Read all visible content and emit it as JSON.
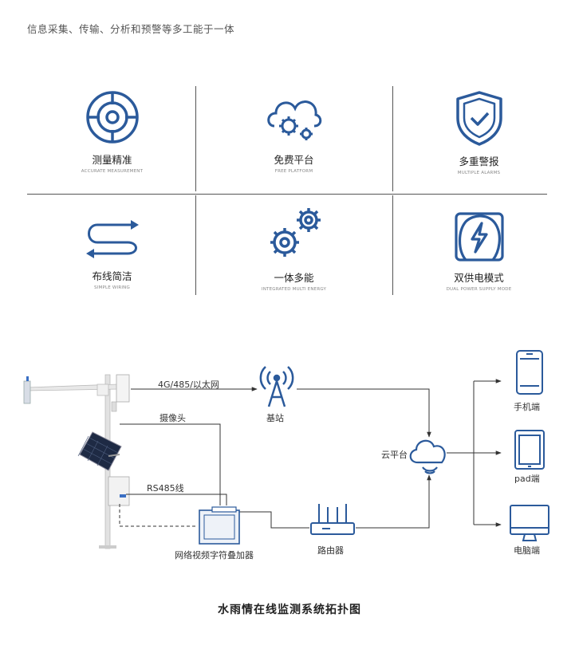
{
  "intro": "信息采集、传输、分析和预警等多工能于一体",
  "features": [
    {
      "cn": "测量精准",
      "en": "ACCURATE MEASUREMENT",
      "icon": "target-icon"
    },
    {
      "cn": "免费平台",
      "en": "FREE PLATFORM",
      "icon": "cloud-gears-icon"
    },
    {
      "cn": "多重警报",
      "en": "MULTIPLE ALARMS",
      "icon": "shield-check-icon"
    },
    {
      "cn": "布线简洁",
      "en": "SIMPLE WIRING",
      "icon": "wiring-arrows-icon"
    },
    {
      "cn": "一体多能",
      "en": "INTEGRATED MULTI ENERGY",
      "icon": "gears-icon"
    },
    {
      "cn": "双供电模式",
      "en": "DUAL POWER SUPPLY MODE",
      "icon": "power-bolt-icon"
    }
  ],
  "topology": {
    "link_4g": "4G/485/以太网",
    "base_station": "基站",
    "camera": "摄像头",
    "rs485": "RS485线",
    "overlay": "网络视频字符叠加器",
    "router": "路由器",
    "cloud": "云平台",
    "phone": "手机端",
    "pad": "pad端",
    "pc": "电脑端"
  },
  "caption": "水雨情在线监测系统拓扑图",
  "colors": {
    "accent": "#2B5A9B",
    "line": "#333333",
    "grid": "#555555"
  }
}
